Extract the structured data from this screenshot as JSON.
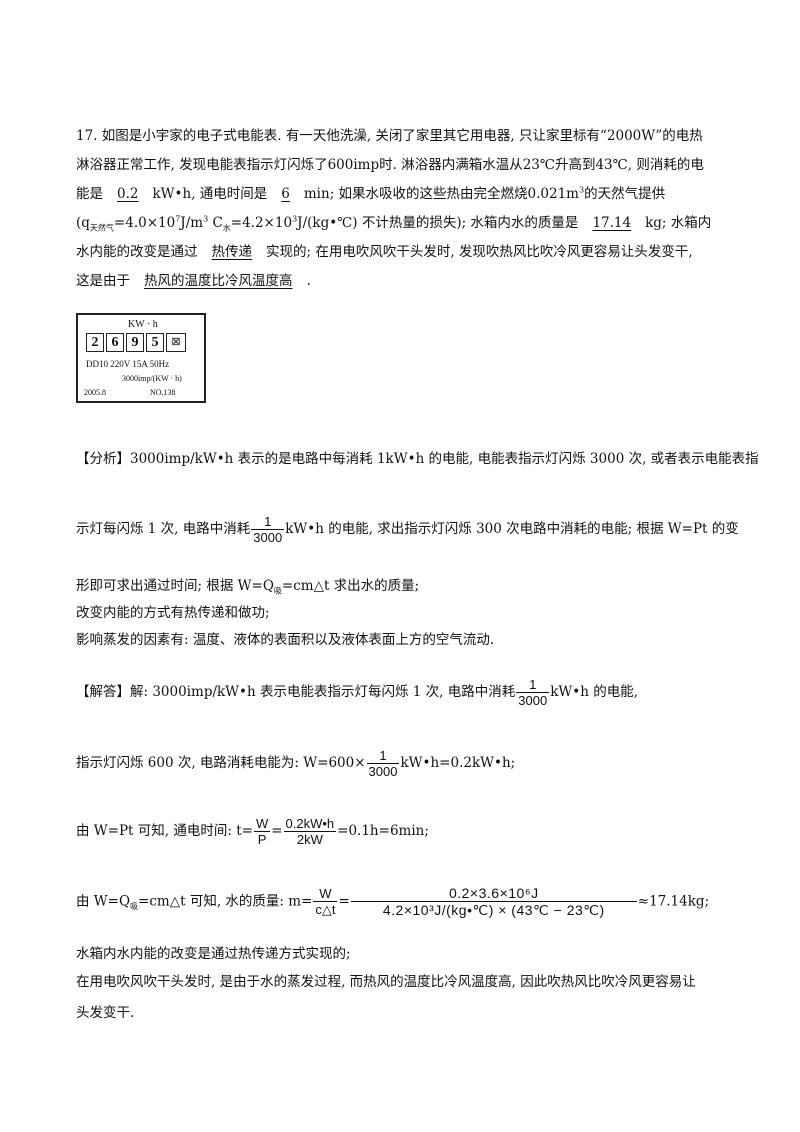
{
  "problem": {
    "line1": "17. 如图是小宇家的电子式电能表. 有一天他洗澡, 关闭了家里其它用电器, 只让家里标有“2000W”的电热",
    "line2": "淋浴器正常工作, 发现电能表指示灯闪烁了600imp时. 淋浴器内满箱水温从23℃升高到43℃, 则消耗的电",
    "line3_a": "能是",
    "line3_ans1": "0.2",
    "line3_b": "kW•h, 通电时间是",
    "line3_ans2": "6",
    "line3_c": "min; 如果水吸收的这些热由完全燃烧0.021m",
    "line3_sup": "3",
    "line3_d": "的天然气提供",
    "line4_a": "(q",
    "line4_sub1": "天然气",
    "line4_b": "=4.0×10",
    "line4_sup1": "7",
    "line4_c": "J/m",
    "line4_sup2": "3",
    "line4_d": "  C",
    "line4_sub2": "水",
    "line4_e": "=4.2×10",
    "line4_sup3": "3",
    "line4_f": "J/(kg•℃) 不计热量的损失); 水箱内水的质量是",
    "line4_ans": "17.14",
    "line4_g": "kg; 水箱内",
    "line5_a": "水内能的改变是通过",
    "line5_ans": "热传递",
    "line5_b": "实现的; 在用电吹风吹干头发时, 发现吹热风比吹冷风更容易让头发变干,",
    "line6_a": "这是由于",
    "line6_ans": "热风的温度比冷风温度高",
    "line6_b": "."
  },
  "meter": {
    "unit": "KW · h",
    "digits": [
      "2",
      "6",
      "9",
      "5"
    ],
    "wheel": "⊠",
    "spec": "DD10 220V 15A 50Hz",
    "imp": "3000imp/(KW · h)",
    "date": "2005.8",
    "no": "NO.138"
  },
  "analysis": {
    "line1": "【分析】3000imp/kW•h 表示的是电路中每消耗 1kW•h 的电能, 电能表指示灯闪烁 3000 次, 或者表示电能表指",
    "line2_a": "示灯每闪烁 1 次, 电路中消耗",
    "frac_num": "1",
    "frac_den": "3000",
    "line2_b": "kW•h 的电能, 求出指示灯闪烁 300 次电路中消耗的电能; 根据 W=Pt 的变",
    "line3_a": "形即可求出通过时间; 根据 W=Q",
    "line3_sub": "吸",
    "line3_b": "=cm△t 求出水的质量;",
    "line4": "改变内能的方式有热传递和做功;",
    "line5": "影响蒸发的因素有: 温度、液体的表面积以及液体表面上方的空气流动."
  },
  "solution": {
    "line1_a": "【解答】解: 3000imp/kW•h 表示电能表指示灯每闪烁 1 次, 电路中消耗",
    "f1_num": "1",
    "f1_den": "3000",
    "line1_b": "kW•h 的电能,",
    "line2_a": "指示灯闪烁 600 次, 电路消耗电能为: W=600×",
    "f2_num": "1",
    "f2_den": "3000",
    "line2_b": "kW•h=0.2kW•h;",
    "line3_a": "由 W=Pt 可知, 通电时间: t=",
    "f3_num": "W",
    "f3_den": "P",
    "line3_eq": "=",
    "f4_num": "0.2kW•h",
    "f4_den": "2kW",
    "line3_b": "=0.1h=6min;",
    "line4_a": "由 W=Q",
    "line4_sub": "吸",
    "line4_b": "=cm△t 可知, 水的质量: m=",
    "f5_num": "W",
    "f5_den": "c△t",
    "line4_eq": "=",
    "f6_num": "0.2×3.6×10⁶J",
    "f6_den": "4.2×10³J/(kg•℃) × (43℃ − 23℃)",
    "line4_b2": "≈17.14kg;",
    "line5": "水箱内水内能的改变是通过热传递方式实现的;",
    "line6": "在用电吹风吹干头发时, 是由于水的蒸发过程, 而热风的温度比冷风温度高, 因此吹热风比吹冷风更容易让",
    "line7": "头发变干."
  }
}
